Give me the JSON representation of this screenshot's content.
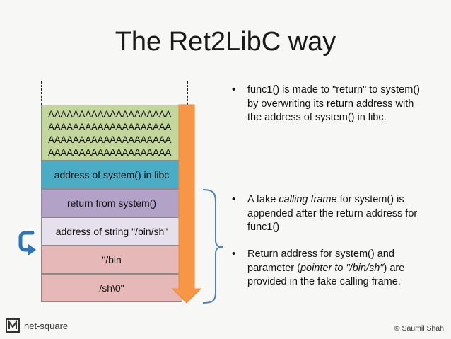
{
  "slide": {
    "title": "The Ret2LibC way",
    "stack": {
      "buffer_lines": [
        "AAAAAAAAAAAAAAAAAAAA",
        "AAAAAAAAAAAAAAAAAAAA",
        "AAAAAAAAAAAAAAAAAAAA",
        "AAAAAAAAAAAAAAAAAAAA"
      ],
      "system_address": "address of system() in libc",
      "return_from_system": "return from system()",
      "string_address": "address of string \"/bin/sh\"",
      "bin_part": "\"/bin",
      "sh_part": "/sh\\0\""
    },
    "bullets": {
      "b1": "func1() is made to \"return\" to system() by overwriting its return address with the address of system() in libc.",
      "b2_pre": "A fake ",
      "b2_em": "calling frame",
      "b2_post": " for system() is appended after the return address for func1()",
      "b3_pre": "Return address for system() and parameter (",
      "b3_em": "pointer to \"/bin/sh\"",
      "b3_post": ") are provided in the fake calling frame.",
      "marker": "•"
    },
    "footer": {
      "brand": "net-square",
      "credit": "© Saumil Shah"
    },
    "colors": {
      "buffer": "#c3d69b",
      "system_address": "#4bacc6",
      "return_from_system": "#b2a2c7",
      "string_address": "#e6e0ec",
      "string_data": "#e6b9b8",
      "arrow": "#f79646",
      "brace": "#4f81bd"
    },
    "icons": {
      "down_arrow": "down-arrow-icon",
      "curved_arrow": "curved-arrow-icon",
      "brace": "right-brace-icon",
      "logo": "net-square-logo-icon"
    }
  }
}
